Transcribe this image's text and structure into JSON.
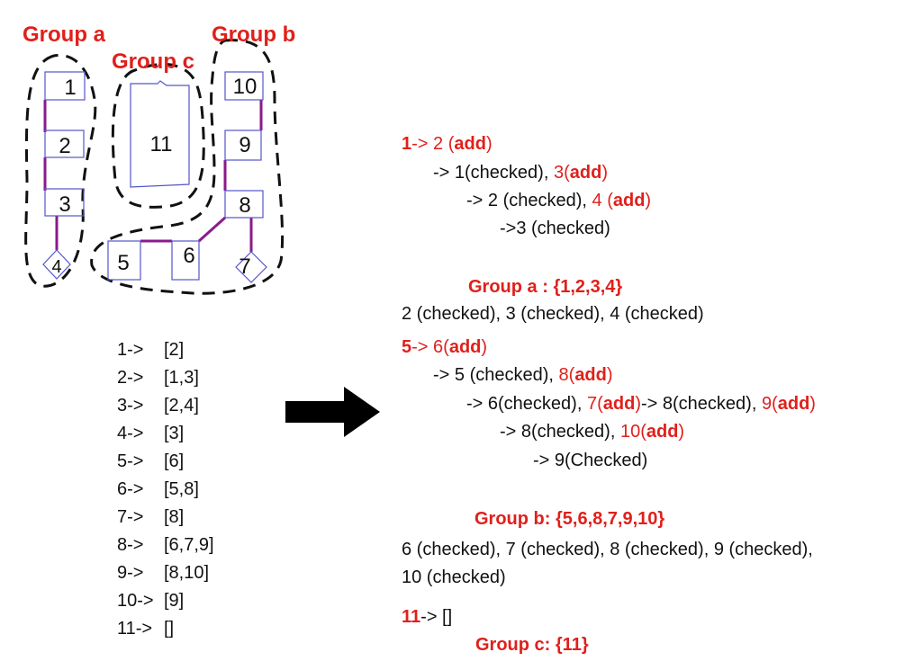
{
  "colors": {
    "accent": "#e0201b",
    "edge": "#8b1a8b",
    "node": "#5555cc"
  },
  "group_labels": {
    "a": "Group a",
    "b": "Group b",
    "c": "Group c"
  },
  "nodes": [
    "1",
    "2",
    "3",
    "4",
    "5",
    "6",
    "7",
    "8",
    "9",
    "10",
    "11"
  ],
  "adjacency": [
    {
      "key": "1->",
      "val": "[2]"
    },
    {
      "key": "2->",
      "val": "[1,3]"
    },
    {
      "key": "3->",
      "val": "[2,4]"
    },
    {
      "key": "4->",
      "val": "[3]"
    },
    {
      "key": "5->",
      "val": "[6]"
    },
    {
      "key": "6->",
      "val": "[5,8]"
    },
    {
      "key": "7->",
      "val": "[8]"
    },
    {
      "key": "8->",
      "val": "[6,7,9]"
    },
    {
      "key": "9->",
      "val": "[8,10]"
    },
    {
      "key": "10->",
      "val": "[9]"
    },
    {
      "key": "11->",
      "val": "[]"
    }
  ],
  "trace": {
    "l1": {
      "a": "1",
      "b": "-> 2 (",
      "c": "add",
      "d": ")"
    },
    "l2": {
      "a": "-> 1(checked), ",
      "b": "3(",
      "c": "add",
      "d": ")"
    },
    "l3": {
      "a": "-> 2 (checked), ",
      "b": "4 (",
      "c": "add",
      "d": ")"
    },
    "l4": "->3 (checked)",
    "ga": "Group a : {1,2,3,4}",
    "ca": "2  (checked), 3  (checked), 4  (checked)",
    "l5": {
      "a": "5",
      "b": "->  ",
      "c": "6(",
      "d": "add",
      "e": ")"
    },
    "l6": {
      "a": "-> 5 (checked), ",
      "b": "8(",
      "c": "add",
      "d": ")"
    },
    "l7": {
      "a": "->  6(checked), ",
      "b": "7(",
      "c": "add",
      "d": ")",
      "e": "-> 8(checked), ",
      "f": "9(",
      "g": "add",
      "h": ")"
    },
    "l8": {
      "a": "-> 8(checked), ",
      "b": "10(",
      "c": "add",
      "d": ")"
    },
    "l9": "-> 9(Checked)",
    "gb": "Group b: {5,6,8,7,9,10}",
    "cb1": "6  (checked), 7  (checked),    8 (checked), 9 (checked),",
    "cb2": "10 (checked)",
    "l10": {
      "a": "11",
      "b": "-> []"
    },
    "gc": "Group c:  {11}"
  }
}
